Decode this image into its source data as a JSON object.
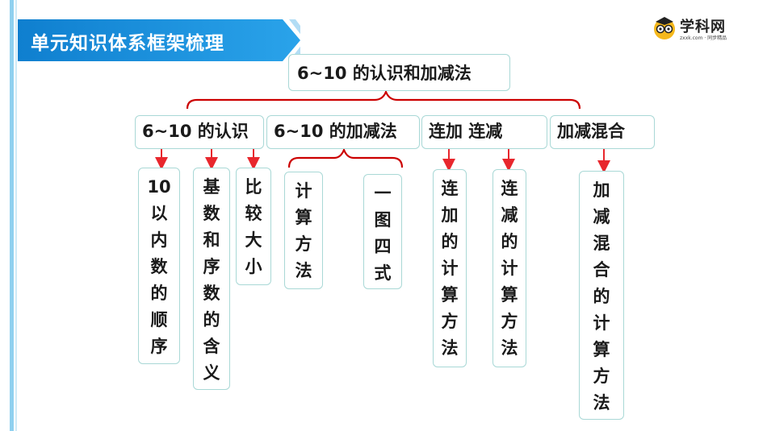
{
  "header": {
    "title": "单元知识体系框架梳理"
  },
  "logo": {
    "name": "学科网",
    "tagline": "zxxk.com · 同步精品"
  },
  "diagram": {
    "root": "6~10 的认识和加减法",
    "branches": [
      {
        "label": "6~10 的认识",
        "children": [
          "10\n以\n内\n数\n的\n顺\n序",
          "基\n数\n和\n序\n数\n的\n含\n义",
          "比\n较\n大\n小"
        ]
      },
      {
        "label": "6~10 的加减法",
        "children": [
          "计\n算\n方\n法",
          "一\n图\n四\n式"
        ]
      },
      {
        "label": "连加  连减",
        "children": [
          "连\n加\n的\n计\n算\n方\n法",
          "连\n减\n的\n计\n算\n方\n法"
        ]
      },
      {
        "label": "加减混合",
        "children": [
          "加\n减\n混\n合\n的\n计\n算\n方\n法"
        ]
      }
    ]
  },
  "colors": {
    "banner": "#1789d4",
    "bracket": "#cc0000",
    "arrow": "#e8272d",
    "box_border": "#a9d8d6"
  }
}
